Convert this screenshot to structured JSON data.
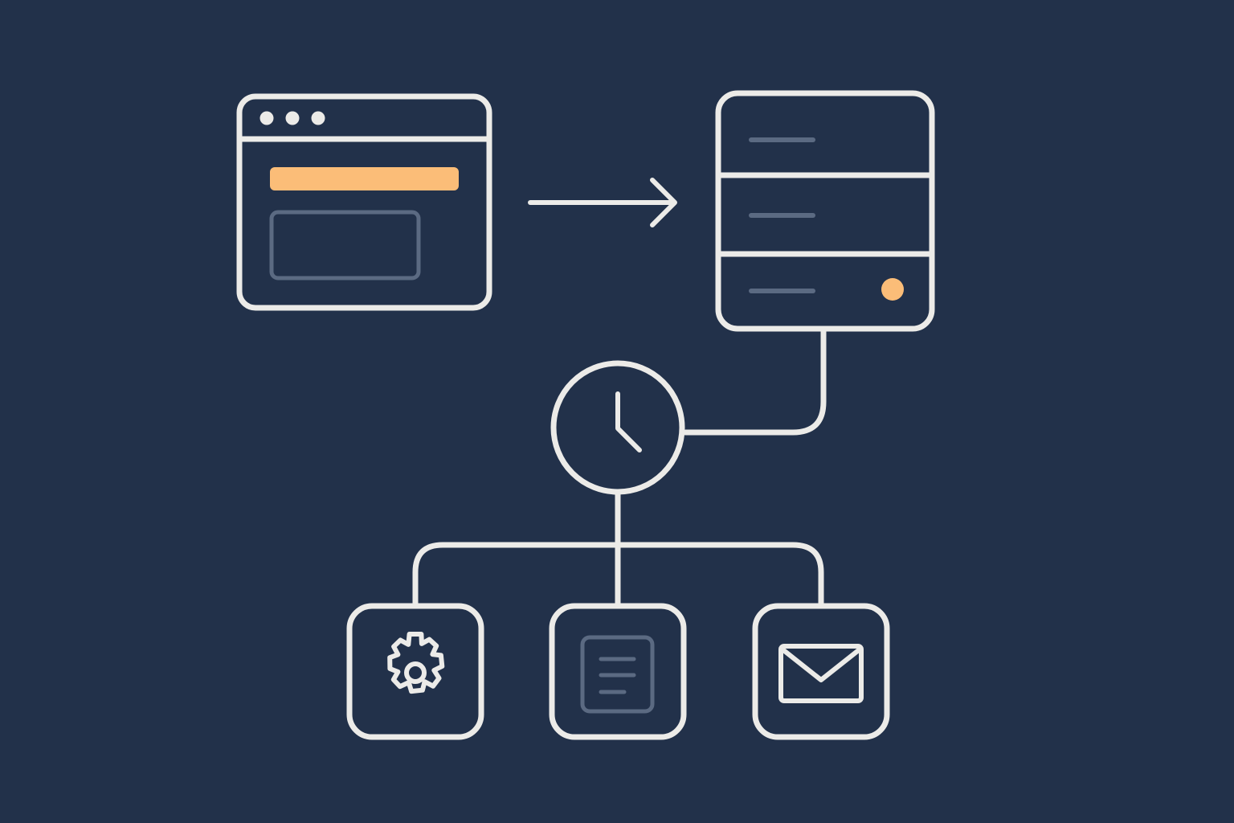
{
  "colors": {
    "background": "#22314a",
    "stroke": "#ecebe8",
    "muted": "#5b6a82",
    "accent": "#fbbd78"
  },
  "nodes": {
    "browser": {
      "icon": "browser-window-icon"
    },
    "server": {
      "icon": "server-stack-icon",
      "status": "accent-dot"
    },
    "scheduler": {
      "icon": "clock-icon"
    },
    "settings": {
      "icon": "gear-icon"
    },
    "document": {
      "icon": "document-icon"
    },
    "mail": {
      "icon": "envelope-icon"
    }
  },
  "edges": [
    {
      "from": "browser",
      "to": "server",
      "style": "arrow"
    },
    {
      "from": "server",
      "to": "scheduler",
      "style": "line"
    },
    {
      "from": "scheduler",
      "to": "settings",
      "style": "line"
    },
    {
      "from": "scheduler",
      "to": "document",
      "style": "line"
    },
    {
      "from": "scheduler",
      "to": "mail",
      "style": "line"
    }
  ]
}
